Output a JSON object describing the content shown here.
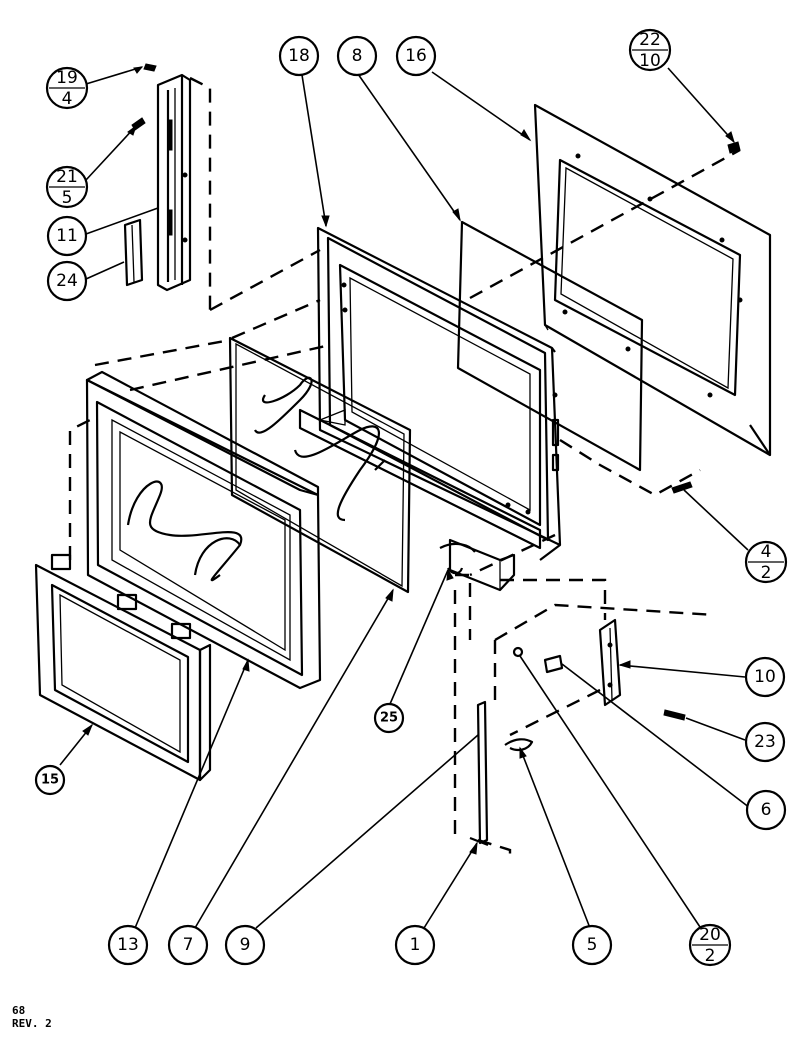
{
  "balloons": [
    {
      "id": "b-19-4",
      "top": "19",
      "bottom": "4"
    },
    {
      "id": "b-21-5",
      "top": "21",
      "bottom": "5"
    },
    {
      "id": "b-11",
      "label": "11"
    },
    {
      "id": "b-24",
      "label": "24"
    },
    {
      "id": "b-18",
      "label": "18"
    },
    {
      "id": "b-8",
      "label": "8"
    },
    {
      "id": "b-16-top",
      "label": "16"
    },
    {
      "id": "b-22-10",
      "top": "22",
      "bottom": "10"
    },
    {
      "id": "b-4-2",
      "top": "4",
      "bottom": "2"
    },
    {
      "id": "b-10",
      "label": "10"
    },
    {
      "id": "b-23",
      "label": "23"
    },
    {
      "id": "b-6",
      "label": "6"
    },
    {
      "id": "b-25",
      "label": "25"
    },
    {
      "id": "b-15",
      "label": "15"
    },
    {
      "id": "b-13",
      "label": "13"
    },
    {
      "id": "b-7",
      "label": "7"
    },
    {
      "id": "b-9",
      "label": "9"
    },
    {
      "id": "b-1",
      "label": "1"
    },
    {
      "id": "b-5",
      "label": "5"
    },
    {
      "id": "b-20-2",
      "top": "20",
      "bottom": "2"
    }
  ],
  "footer": {
    "page_code": "68",
    "revision": "REV. 2"
  }
}
